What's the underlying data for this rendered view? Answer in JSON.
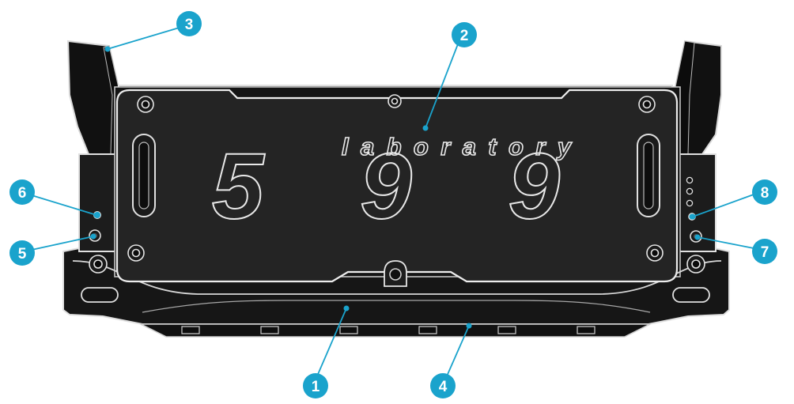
{
  "logo": {
    "brand_word": "laboratory",
    "brand_number": "599"
  },
  "callouts": [
    {
      "id": "callout-1",
      "label": "1"
    },
    {
      "id": "callout-2",
      "label": "2"
    },
    {
      "id": "callout-3",
      "label": "3"
    },
    {
      "id": "callout-4",
      "label": "4"
    },
    {
      "id": "callout-5",
      "label": "5"
    },
    {
      "id": "callout-6",
      "label": "6"
    },
    {
      "id": "callout-7",
      "label": "7"
    },
    {
      "id": "callout-8",
      "label": "8"
    }
  ],
  "colors": {
    "callout_fill": "#1aa3cc",
    "callout_text": "#ffffff",
    "leader_line": "#1aa3cc",
    "body_dark": "#1a1a1a",
    "plate_fill": "#222222",
    "outline": "#e6e6e6",
    "background": "#ffffff"
  }
}
